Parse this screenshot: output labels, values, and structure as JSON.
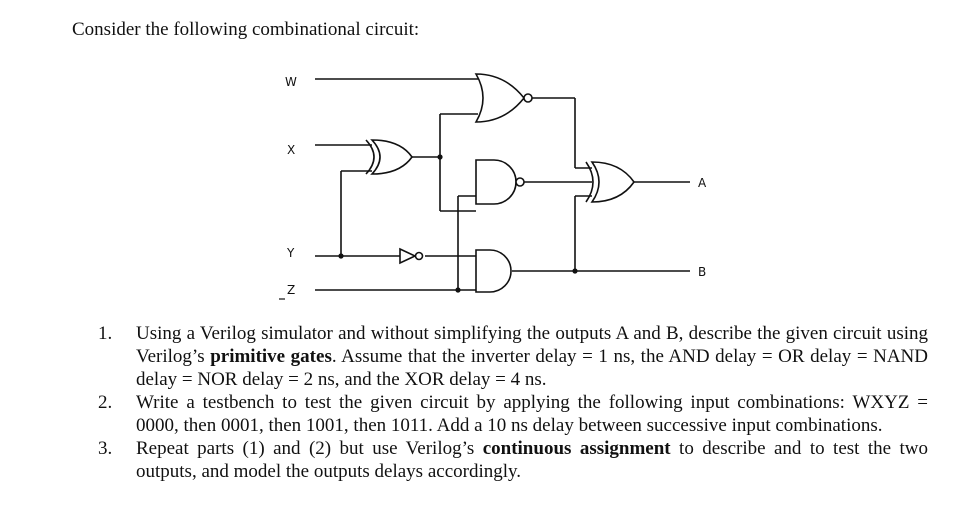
{
  "intro": "Consider the following combinational circuit:",
  "circuit": {
    "inputs": [
      "W",
      "X",
      "Y",
      "Z"
    ],
    "outputs": [
      "A",
      "B"
    ]
  },
  "tasks": [
    {
      "number": "1.",
      "pre": "Using a Verilog simulator and without simplifying the outputs A and B, describe the given circuit using Verilog’s ",
      "bold": "primitive gates",
      "post": ". Assume that the inverter delay = 1 ns, the AND delay = OR delay = NAND delay = NOR delay = 2 ns, and the XOR delay = 4 ns."
    },
    {
      "number": "2.",
      "pre": "Write a testbench to test the given circuit by applying the following input combinations: WXYZ = 0000, then 0001, then 1001, then 1011. Add a 10 ns delay between successive input combinations.",
      "bold": "",
      "post": ""
    },
    {
      "number": "3.",
      "pre": "Repeat parts (1) and (2) but use Verilog’s ",
      "bold": "continuous assignment",
      "post": " to describe and to test the two outputs, and model the outputs delays accordingly."
    }
  ]
}
